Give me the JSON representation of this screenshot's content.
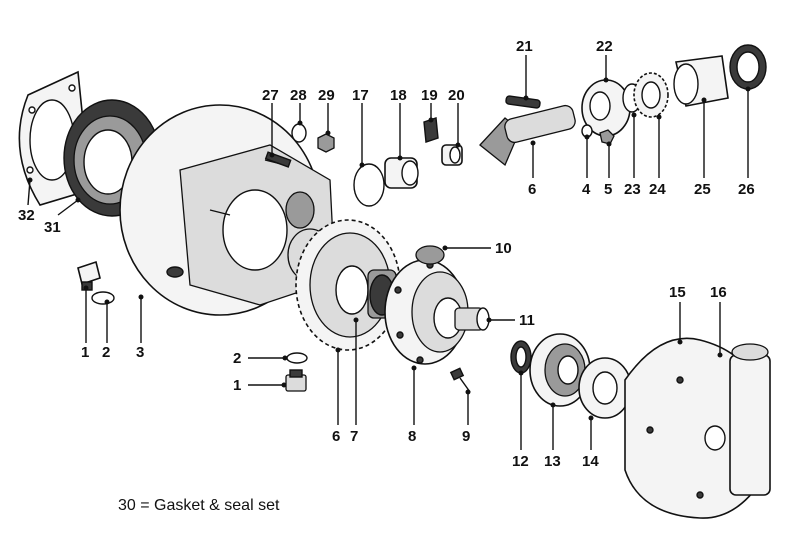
{
  "footnote": "30 = Gasket & seal set",
  "callouts": {
    "n1a": "1",
    "n2a": "2",
    "n3": "3",
    "n2b": "2",
    "n1b": "1",
    "n6a": "6",
    "n7": "7",
    "n8": "8",
    "n9": "9",
    "n10": "10",
    "n11": "11",
    "n12": "12",
    "n13": "13",
    "n14": "14",
    "n15": "15",
    "n16": "16",
    "n17": "17",
    "n18": "18",
    "n19": "19",
    "n20": "20",
    "n21": "21",
    "n22": "22",
    "n6b": "6",
    "n4": "4",
    "n5": "5",
    "n23": "23",
    "n24": "24",
    "n25": "25",
    "n26": "26",
    "n27": "27",
    "n28": "28",
    "n29": "29",
    "n31": "31",
    "n32": "32"
  }
}
